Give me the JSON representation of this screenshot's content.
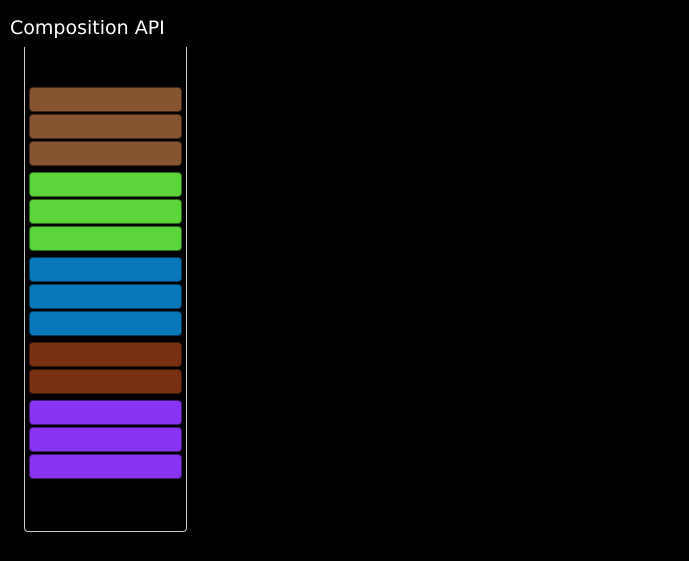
{
  "title": "Composition API",
  "colors": {
    "background": "#000000",
    "title": "#ffffff",
    "panel_border": "#c9c9c9",
    "bar_outline": "rgba(0,0,0,0.5)",
    "sienna": "#875431",
    "green": "#5cd53a",
    "blue": "#0878ba",
    "rust": "#7a3113",
    "purple": "#8a34f3"
  },
  "list": {
    "items": [
      {
        "group": "sienna",
        "color": "#875431"
      },
      {
        "group": "sienna",
        "color": "#875431"
      },
      {
        "group": "sienna",
        "color": "#875431"
      },
      {
        "group": "green",
        "color": "#5cd53a"
      },
      {
        "group": "green",
        "color": "#5cd53a"
      },
      {
        "group": "green",
        "color": "#5cd53a"
      },
      {
        "group": "blue",
        "color": "#0878ba"
      },
      {
        "group": "blue",
        "color": "#0878ba"
      },
      {
        "group": "blue",
        "color": "#0878ba"
      },
      {
        "group": "rust",
        "color": "#7a3113"
      },
      {
        "group": "rust",
        "color": "#7a3113"
      },
      {
        "group": "purple",
        "color": "#8a34f3"
      },
      {
        "group": "purple",
        "color": "#8a34f3"
      },
      {
        "group": "purple",
        "color": "#8a34f3"
      }
    ]
  }
}
